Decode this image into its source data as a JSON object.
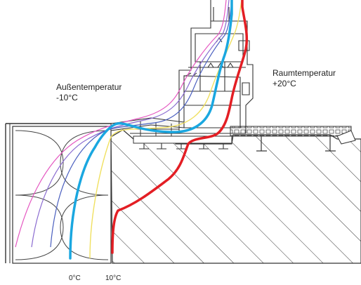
{
  "labels": {
    "outside_title": "Außentemperatur",
    "outside_value": "-10°C",
    "inside_title": "Raumtemperatur",
    "inside_value": "+20°C",
    "isotherm_0": "0°C",
    "isotherm_10": "10°C"
  },
  "colors": {
    "isotherm_0": "#1aa7e0",
    "isotherm_10": "#f0e060",
    "isotherm_inside": "#e31e24",
    "isotherm_violet": "#8a6bd0",
    "isotherm_pink": "#e455c0",
    "isotherm_navy": "#4a5fbf",
    "outline": "#333333"
  }
}
